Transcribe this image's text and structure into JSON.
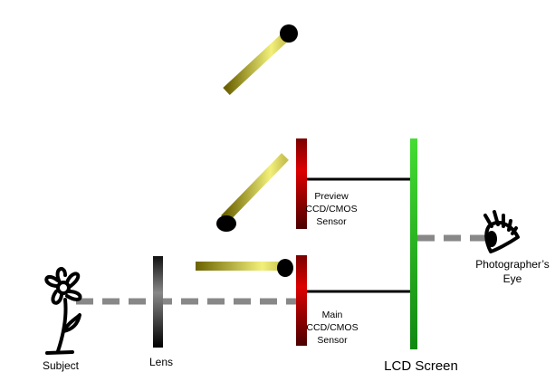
{
  "labels": {
    "subject": "Subject",
    "lens": "Lens",
    "lcd": "LCD Screen",
    "eye_line1": "Photographer’s",
    "eye_line2": "Eye",
    "preview_line1": "Preview",
    "preview_line2": "CCD/CMOS",
    "preview_line3": "Sensor",
    "main_line1": "Main",
    "main_line2": "CCD/CMOS",
    "main_line3": "Sensor"
  },
  "icons": {
    "subject": "flower-icon",
    "eye": "eye-icon"
  },
  "colors": {
    "sensor": "#cc0000",
    "lcd": "#33cc22",
    "mirror": "#eeee77",
    "light_path": "#888888"
  }
}
